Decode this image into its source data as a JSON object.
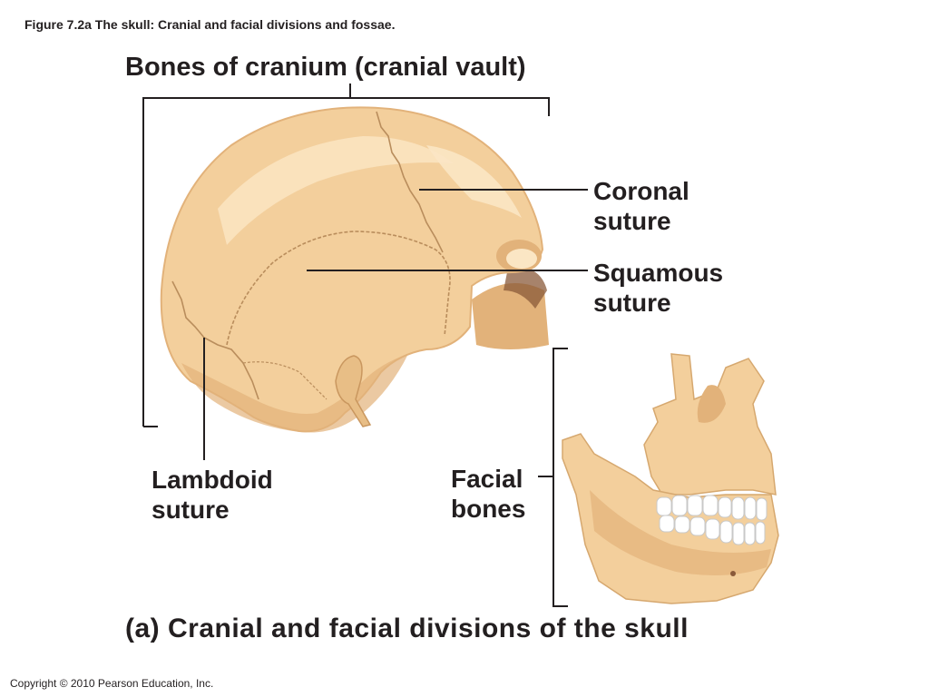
{
  "figure_caption": "Figure 7.2a  The skull: Cranial and facial divisions and fossae.",
  "heading": "Bones of cranium (cranial vault)",
  "labels": {
    "coronal": [
      "Coronal",
      "suture"
    ],
    "squamous": [
      "Squamous",
      "suture"
    ],
    "lambdoid": [
      "Lambdoid",
      "suture"
    ],
    "facial": [
      "Facial",
      "bones"
    ]
  },
  "panel_title": "(a) Cranial and facial divisions of the skull",
  "copyright": "Copyright © 2010 Pearson Education, Inc.",
  "colors": {
    "bone": "#f3cf9c",
    "bone_shadow": "#e2b27a",
    "bone_highlight": "#fbe6c4",
    "suture": "#b98d5c",
    "cavity": "#8a5a3a",
    "teeth": "#ffffff",
    "line": "#231f20"
  },
  "icons": [
    "cranium-illustration",
    "facial-bones-illustration"
  ]
}
